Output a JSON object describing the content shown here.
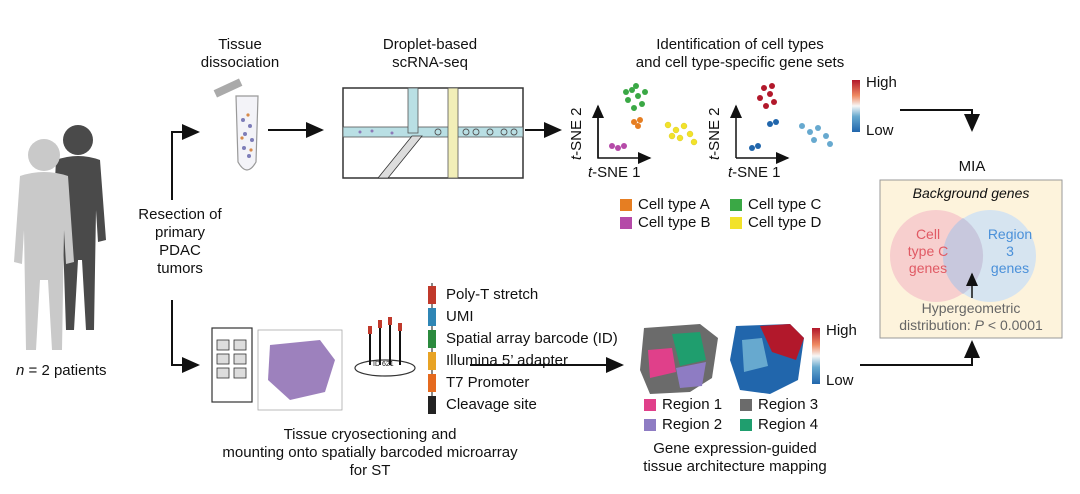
{
  "patients": {
    "prefix": "n",
    "text": " = 2 patients"
  },
  "resection": {
    "l1": "Resection of",
    "l2": "primary",
    "l3": "PDAC",
    "l4": "tumors"
  },
  "tissue": {
    "l1": "Tissue",
    "l2": "dissociation"
  },
  "droplet": {
    "l1": "Droplet-based",
    "l2": "scRNA-seq"
  },
  "ident": {
    "l1": "Identification of cell types",
    "l2": "and cell type-specific gene sets"
  },
  "scale_top": {
    "high": "High",
    "low": "Low"
  },
  "tsne": {
    "y": "t-SNE 2",
    "x": "t-SNE 1",
    "y_italic": "t",
    "y_rest": "-SNE 2",
    "x_italic": "t",
    "x_rest": "-SNE 1"
  },
  "cell_legend": [
    {
      "label": "Cell type A",
      "color": "#e67e22"
    },
    {
      "label": "Cell type C",
      "color": "#3aa845"
    },
    {
      "label": "Cell type B",
      "color": "#b54aa8"
    },
    {
      "label": "Cell type D",
      "color": "#f2e22a"
    }
  ],
  "mia": {
    "title": "MIA",
    "bg": "Background genes",
    "left_l1": "Cell",
    "left_l2": "type C",
    "left_l3": "genes",
    "right_l1": "Region",
    "right_l2": "3",
    "right_l3": "genes",
    "hyper_l1": "Hypergeometric",
    "hyper_l2a": "distribution: ",
    "hyper_p": "P",
    "hyper_l2b": " < 0.0001",
    "left_color": "#e05a64",
    "right_color": "#4a90d9"
  },
  "probe": {
    "items": [
      "Poly-T stretch",
      "UMI",
      "Spatial array barcode (ID)",
      "Illumina 5’ adapter",
      "T7 Promoter",
      "Cleavage site"
    ],
    "colors": [
      "#c0392b",
      "#2f86b5",
      "#2b8a3e",
      "#e8a325",
      "#e56a1f",
      "#222222"
    ],
    "chip_label": "ID 621"
  },
  "cryo": {
    "l1": "Tissue cryosectioning and",
    "l2": "mounting onto spatially barcoded microarray",
    "l3": "for ST"
  },
  "scale_bot": {
    "high": "High",
    "low": "Low"
  },
  "region_legend": [
    {
      "label": "Region 1",
      "color": "#e0408a"
    },
    {
      "label": "Region 3",
      "color": "#6b6b6b"
    },
    {
      "label": "Region 2",
      "color": "#8e7cc3"
    },
    {
      "label": "Region 4",
      "color": "#1f9e6e"
    }
  ],
  "gene": {
    "l1": "Gene expression-guided",
    "l2": "tissue architecture mapping"
  }
}
